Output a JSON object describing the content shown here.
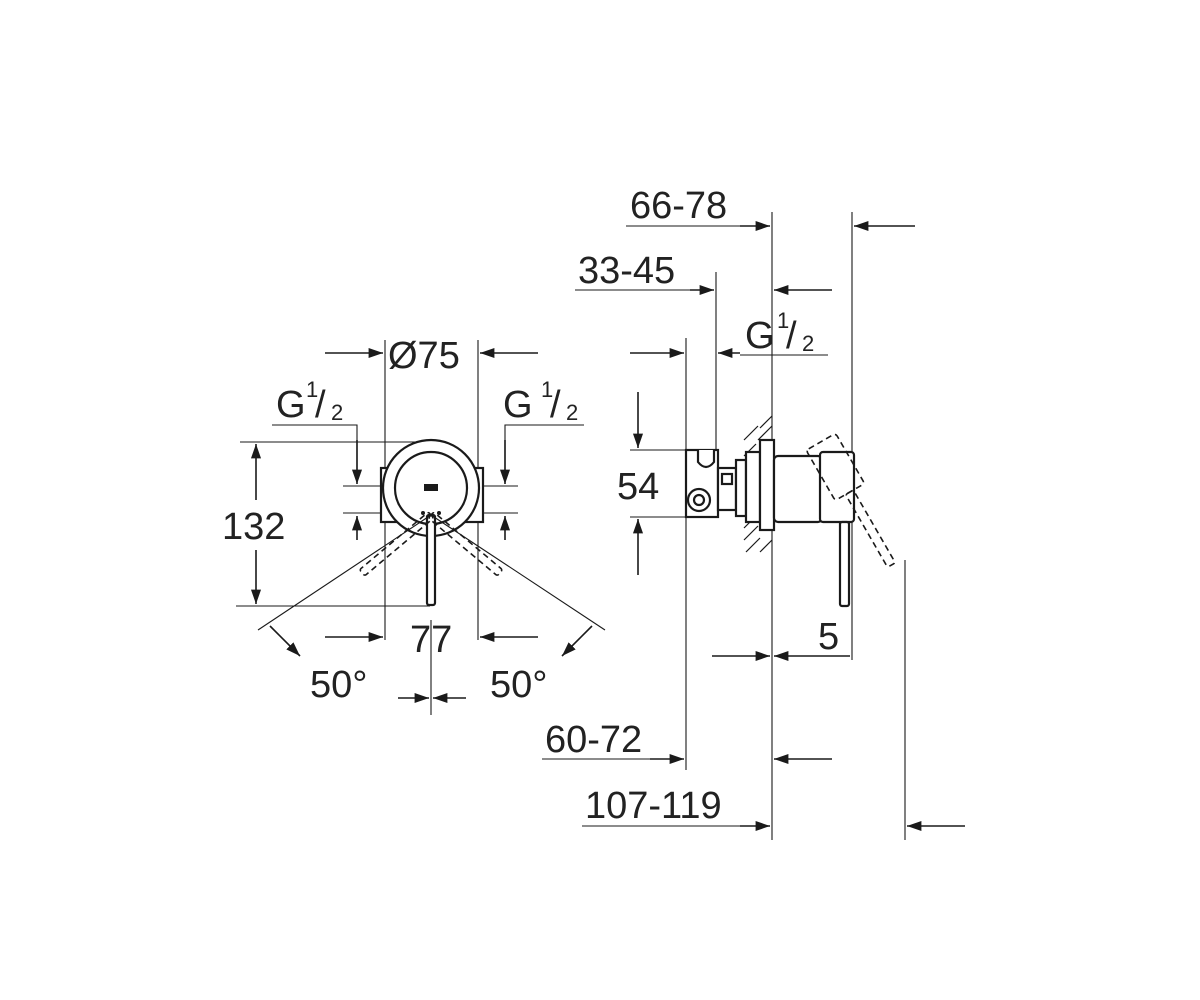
{
  "front_view": {
    "diameter": "Ø75",
    "thread_left": "G",
    "thread_left_frac_num": "1",
    "thread_left_frac_den": "2",
    "thread_right": "G",
    "thread_right_frac_num": "1",
    "thread_right_frac_den": "2",
    "height": "132",
    "width": "77",
    "angle_left": "50°",
    "angle_right": "50°"
  },
  "side_view": {
    "dim_66_78": "66-78",
    "dim_33_45": "33-45",
    "thread": "G",
    "thread_frac_num": "1",
    "thread_frac_den": "2",
    "dim_54": "54",
    "dim_5": "5",
    "dim_60_72": "60-72",
    "dim_107_119": "107-119"
  }
}
